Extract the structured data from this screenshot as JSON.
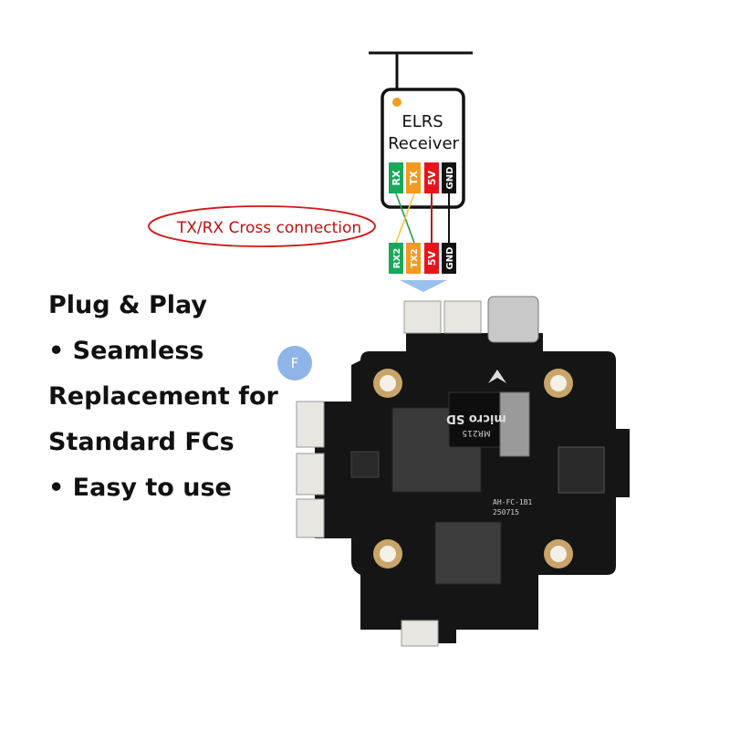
{
  "receiver": {
    "title_line1": "ELRS",
    "title_line2": "Receiver",
    "pins": [
      {
        "label": "RX",
        "color": "#1aa85a"
      },
      {
        "label": "TX",
        "color": "#f39a1e"
      },
      {
        "label": "5V",
        "color": "#e8141c"
      },
      {
        "label": "GND",
        "color": "#111111"
      }
    ]
  },
  "fc_pins": [
    {
      "label": "RX2",
      "color": "#1aa85a"
    },
    {
      "label": "TX2",
      "color": "#f39a1e"
    },
    {
      "label": "5V",
      "color": "#e8141c"
    },
    {
      "label": "GND",
      "color": "#111111"
    }
  ],
  "callout": "TX/RX Cross connection",
  "features": [
    "Plug & Play",
    " • Seamless",
    "Replacement for",
    "Standard FCs",
    "• Easy to use"
  ],
  "badge": "F",
  "board": {
    "sd_label": "micro SD",
    "sd_model": "MR215",
    "silkscreen_model": "AH-FC-1B1",
    "silkscreen_date": "250715"
  }
}
